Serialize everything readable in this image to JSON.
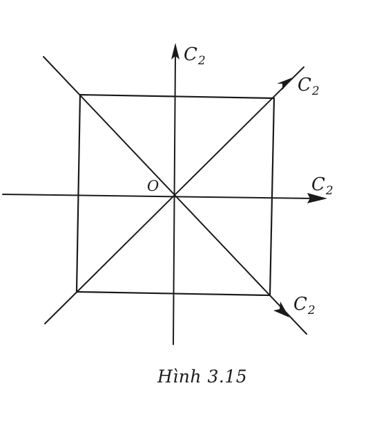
{
  "figure": {
    "caption": "Hình 3.15",
    "origin_label": "O",
    "axis_labels": {
      "vertical": {
        "base": "C",
        "sub": "2"
      },
      "diag_up": {
        "base": "C",
        "sub": "2"
      },
      "horizontal": {
        "base": "C",
        "sub": "2"
      },
      "diag_down": {
        "base": "C",
        "sub": "2"
      }
    }
  }
}
